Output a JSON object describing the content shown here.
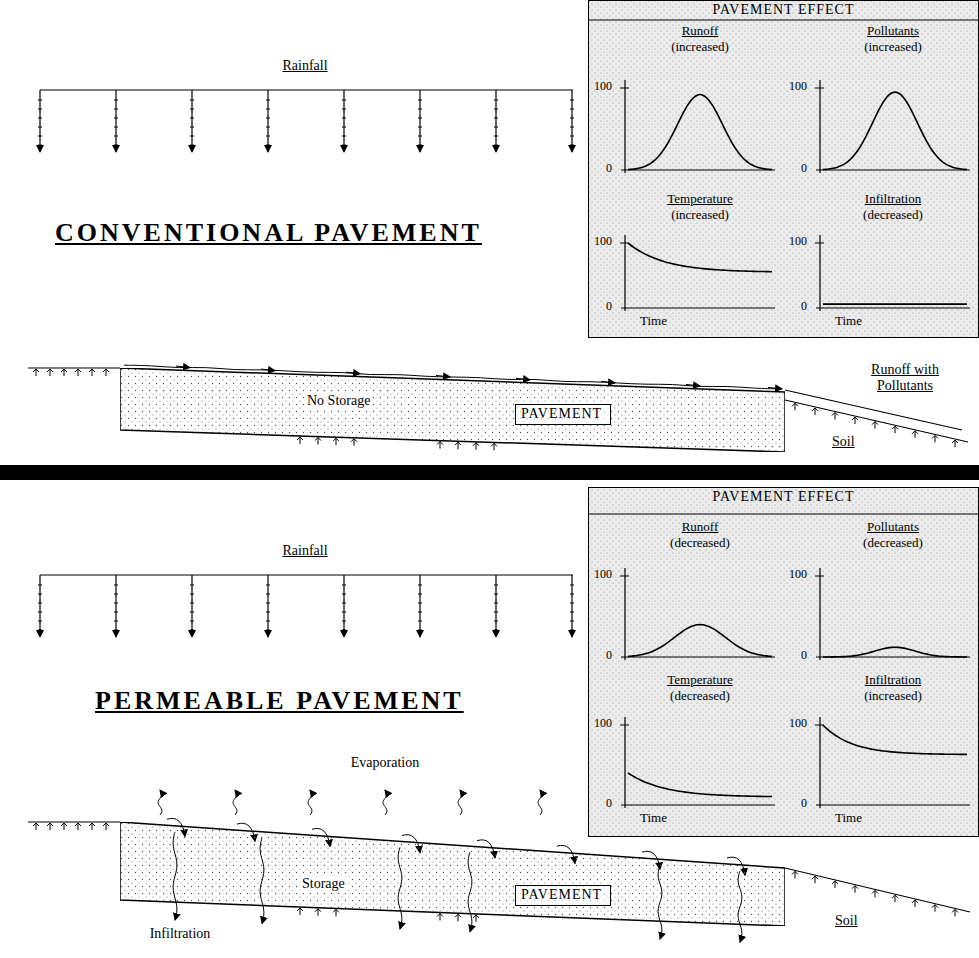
{
  "diagram": {
    "nodes": [
      {
        "text": [
          "PAVEMENT EFFECT"
        ]
      },
      {
        "text": [
          "No Storage"
        ]
      },
      {
        "text": [
          "PAVEMENT"
        ],
        "in": 1
      },
      {
        "text": [
          "PAVEMENT EFFECT"
        ]
      },
      {
        "text": [
          "Storage"
        ]
      },
      {
        "text": [
          "PAVEMENT"
        ],
        "in": 4
      }
    ],
    "labels": [
      "Rainfall",
      "CONVENTIONAL PAVEMENT",
      "Runoff",
      "(increased)",
      "100",
      "0",
      "Pollutants",
      "(increased)",
      "100",
      "0",
      "Temperature",
      "(increased)",
      "100",
      "0",
      "Time",
      "Infiltration",
      "(decreased)",
      "100",
      "0",
      "Time",
      "Runoff with Pollutants",
      "Soil",
      "Rainfall",
      "PERMEABLE PAVEMENT",
      "Evaporation",
      "Runoff",
      "(decreased)",
      "100",
      "0",
      "Pollutants",
      "(decreased)",
      "100",
      "0",
      "Temperature",
      "(decreased)",
      "100",
      "0",
      "Time",
      "Infiltration",
      "(increased)",
      "100",
      "0",
      "Time",
      "Infiltration",
      "Soil"
    ]
  }
}
